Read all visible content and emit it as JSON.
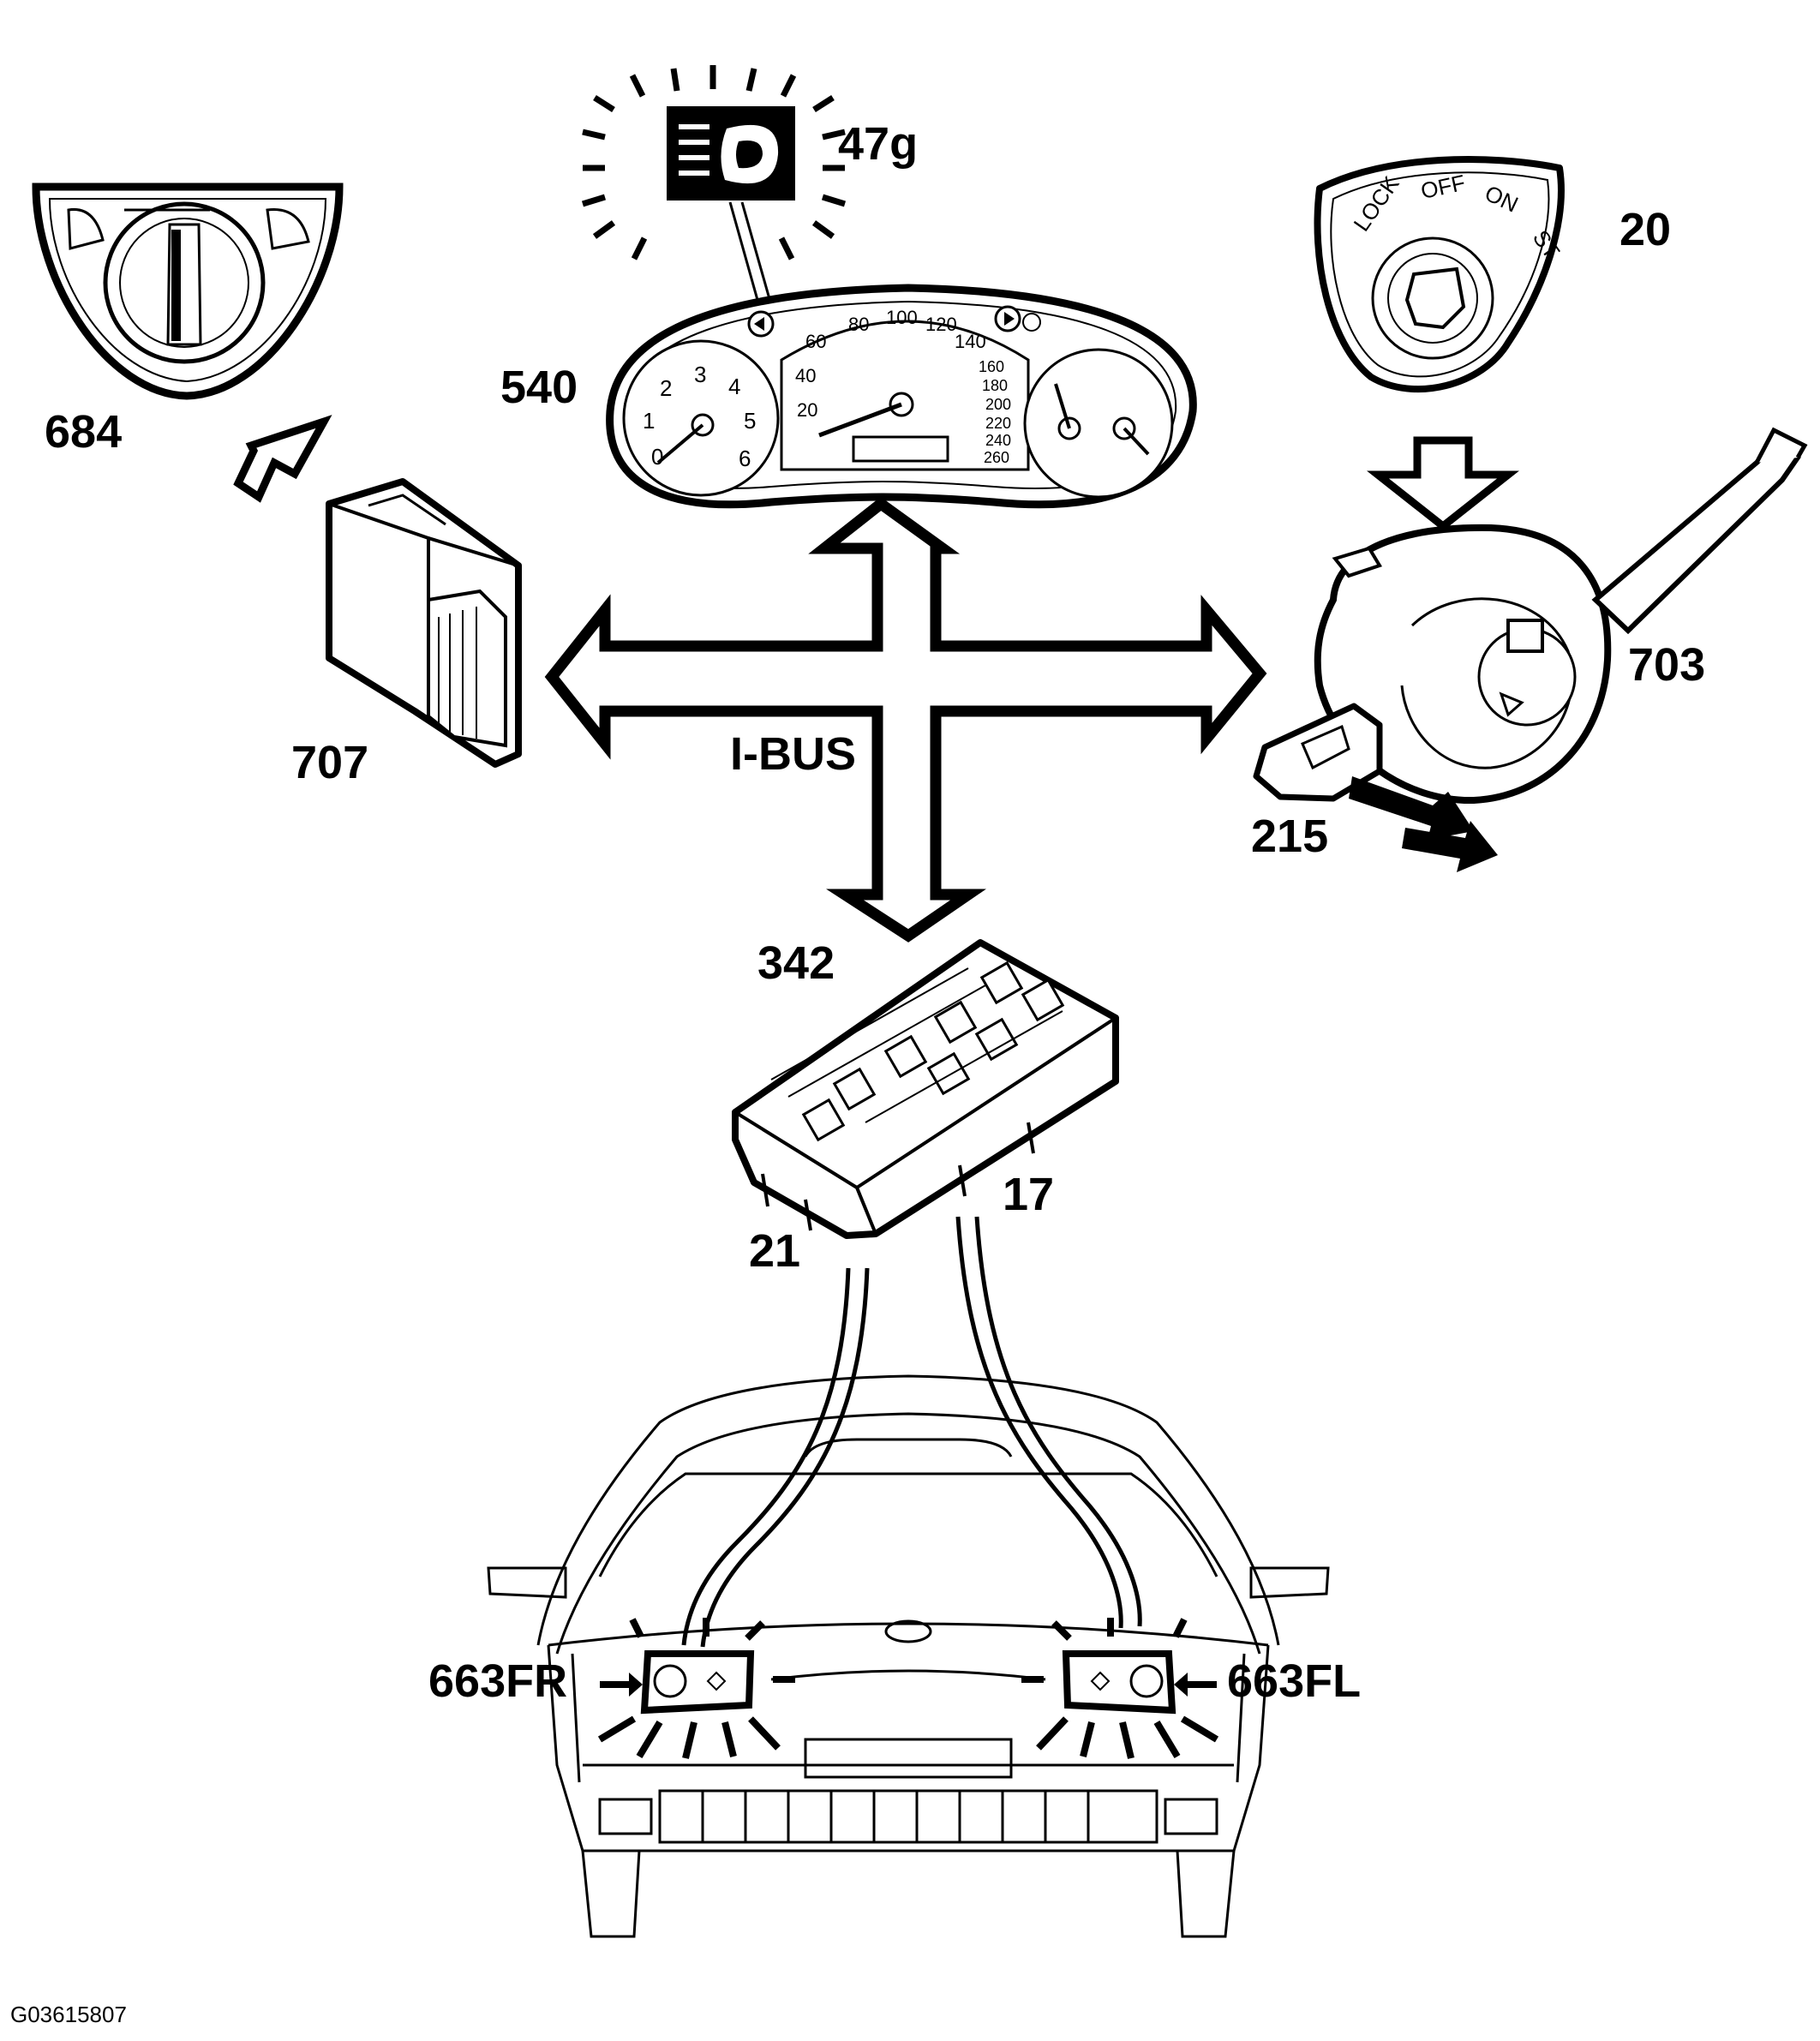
{
  "figure_id": "G03615807",
  "bus_label": "I-BUS",
  "components": {
    "light_switch": "684",
    "control_module": "707",
    "instrument_cluster": "540",
    "indicator_lamp": "47g",
    "ignition_switch": "20",
    "stalk_switch": "703",
    "stalk_button": "215",
    "fuse_relay_box": "342",
    "left_feed": "21",
    "right_feed": "17",
    "headlamp_right": "663FR",
    "headlamp_left": "663FL"
  },
  "ignition_positions": [
    "LOCK",
    "OFF",
    "ON",
    "ST"
  ],
  "speedo_ticks": [
    "20",
    "40",
    "60",
    "80",
    "100",
    "120",
    "140",
    "160",
    "180",
    "200",
    "220",
    "240",
    "260"
  ],
  "tacho_ticks": [
    "0",
    "1",
    "2",
    "3",
    "4",
    "5",
    "6"
  ]
}
